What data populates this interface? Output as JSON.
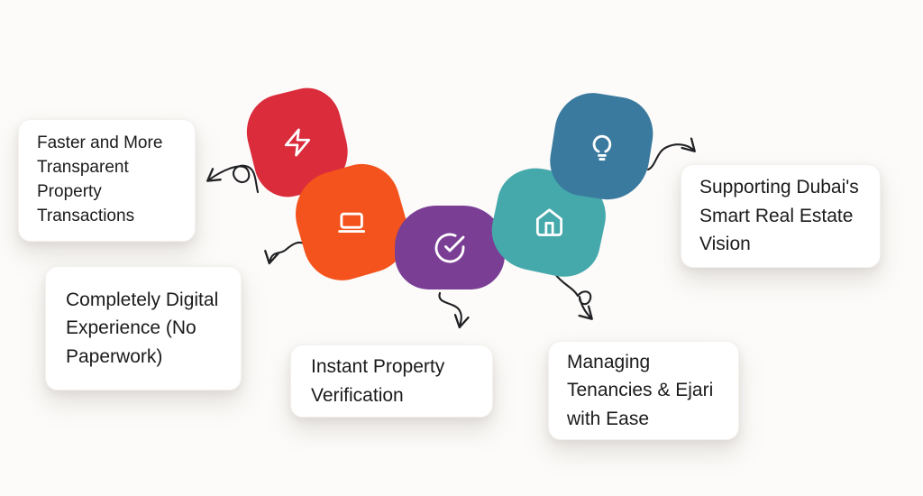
{
  "page": {
    "background": "#FCFBF9",
    "card_background": "#FFFFFF",
    "text_color": "#1B1B1D",
    "arrow_color": "#202124"
  },
  "blobs": [
    {
      "icon": "bolt-icon",
      "color": "#DA2C3B"
    },
    {
      "icon": "laptop-icon",
      "color": "#F4531D"
    },
    {
      "icon": "check-circle-icon",
      "color": "#7A3E95"
    },
    {
      "icon": "home-icon",
      "color": "#45A9AC"
    },
    {
      "icon": "lightbulb-icon",
      "color": "#3A7A9F"
    }
  ],
  "cards": [
    {
      "text": "Faster and More Transparent Property Transactions"
    },
    {
      "text": "Completely Digital Experience (No Paperwork)"
    },
    {
      "text": "Instant Property Verification"
    },
    {
      "text": "Managing Tenancies & Ejari with Ease"
    },
    {
      "text": "Supporting Dubai's Smart Real Estate Vision"
    }
  ]
}
